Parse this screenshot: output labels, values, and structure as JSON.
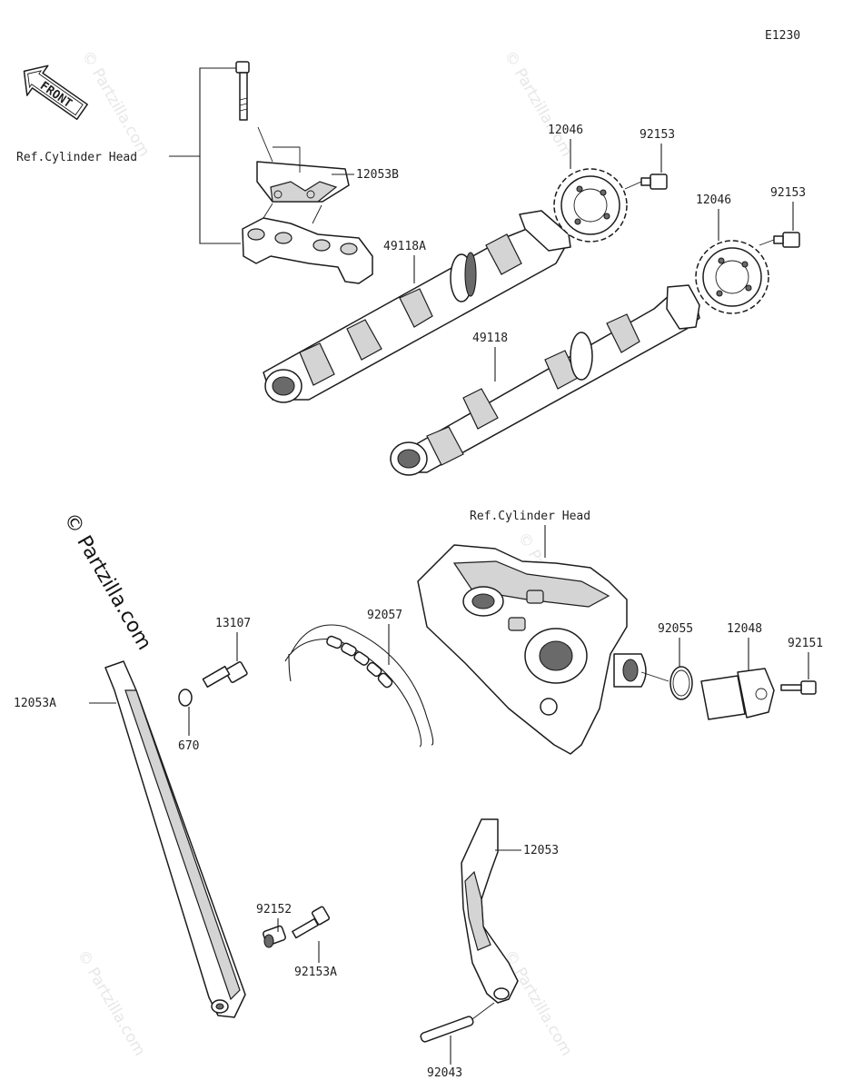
{
  "diagram_id": "E1230",
  "front_label": "FRONT",
  "watermark_main": "© Partzilla.com",
  "watermark_faint": "© Partzilla.com",
  "refs": {
    "cylinder_head_top": "Ref.Cylinder Head",
    "cylinder_head_bottom": "Ref.Cylinder Head"
  },
  "parts": {
    "p12053B": "12053B",
    "p49118A": "49118A",
    "p49118": "49118",
    "p12046_a": "12046",
    "p12046_b": "12046",
    "p92153_a": "92153",
    "p92153_b": "92153",
    "p13107": "13107",
    "p12053A": "12053A",
    "p670": "670",
    "p92057": "92057",
    "p92055": "92055",
    "p12048": "12048",
    "p92151": "92151",
    "p12053": "12053",
    "p92152": "92152",
    "p92153A": "92153A",
    "p92043": "92043"
  }
}
